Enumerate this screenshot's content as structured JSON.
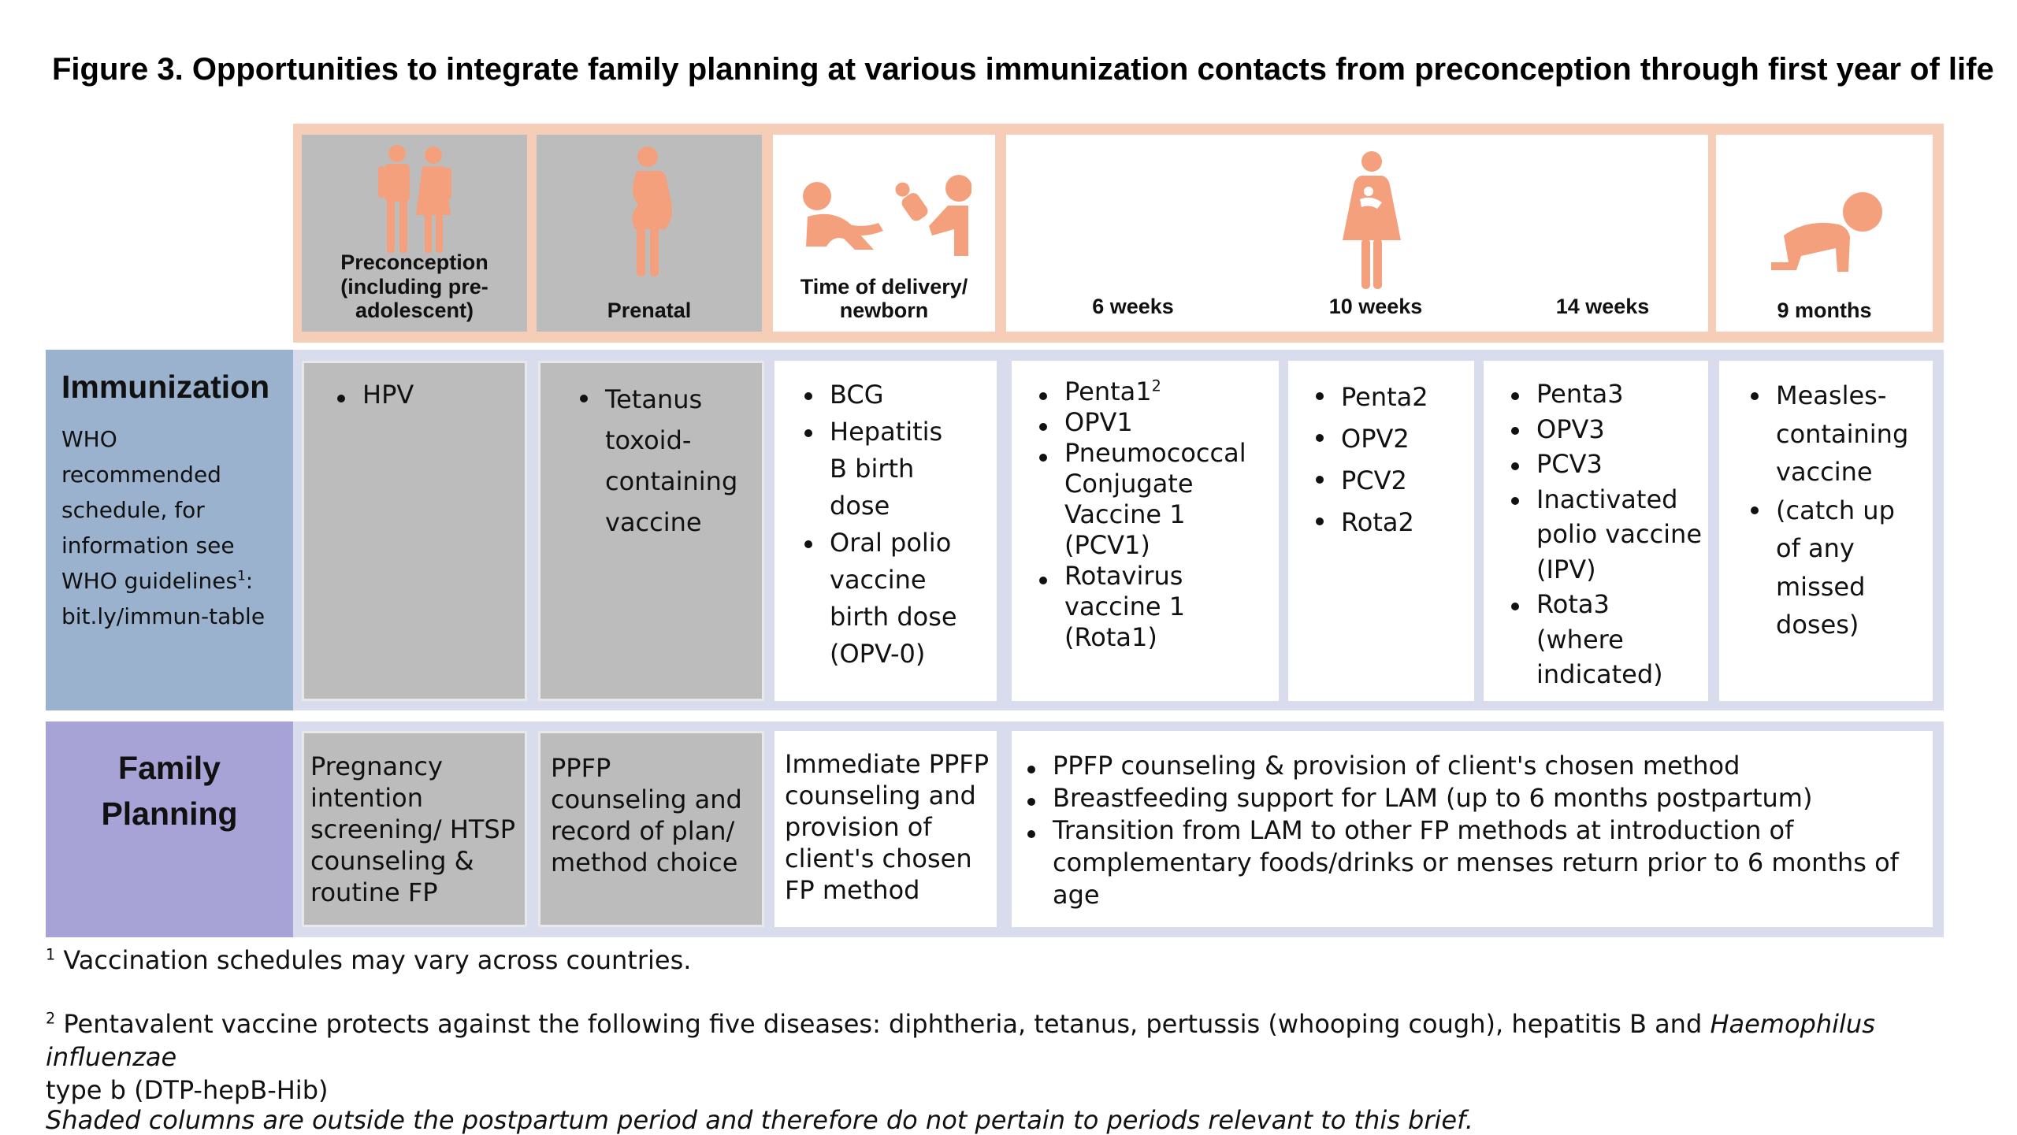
{
  "title": "Figure 3. Opportunities to integrate family planning at various immunization contacts from preconception through first year of life",
  "colors": {
    "header_band": "#f6cdb6",
    "shaded_cell": "#bdbcbc",
    "immunization_label": "#9bb2cf",
    "family_planning_label": "#a7a3d6",
    "row_band": "#d9dcec",
    "icon_salmon": "#f4a07c"
  },
  "header": {
    "preconception": "Preconception\n(including pre-\nadolescent)",
    "prenatal": "Prenatal",
    "delivery": "Time of delivery/\nnewborn",
    "w6": "6 weeks",
    "w10": "10 weeks",
    "w14": "14 weeks",
    "m9": "9 months",
    "icons": [
      "couple-icon",
      "pregnant-woman-icon",
      "mother-newborn-icon",
      "woman-infant-icon",
      "crawling-baby-icon"
    ]
  },
  "immunization": {
    "title": "Immunization",
    "subtitle_main": "WHO recommended\nschedule, for\ninformation see\nWHO guidelines",
    "subtitle_sup": "1",
    "subtitle_colon": ":",
    "subtitle_link": "bit.ly/immun-table",
    "preconception": [
      "HPV"
    ],
    "prenatal": [
      "Tetanus toxoid-containing vaccine"
    ],
    "delivery": [
      "BCG",
      "Hepatitis B birth dose",
      "Oral polio vaccine birth dose (OPV-0)"
    ],
    "w6_first": "Penta1",
    "w6_first_sup": "2",
    "w6_rest": [
      "OPV1",
      "Pneumococcal Conjugate Vaccine 1 (PCV1)",
      "Rotavirus vaccine 1 (Rota1)"
    ],
    "w10": [
      "Penta2",
      "OPV2",
      "PCV2",
      "Rota2"
    ],
    "w14": [
      "Penta3",
      "OPV3",
      "PCV3",
      "Inactivated polio vaccine (IPV)",
      "Rota3 (where indicated)"
    ],
    "m9": [
      "Measles-containing vaccine",
      "(catch up of any missed doses)"
    ]
  },
  "family_planning": {
    "title": "Family\nPlanning",
    "preconception": "Pregnancy\nintention\nscreening/ HTSP\ncounseling &\nroutine FP",
    "prenatal": "PPFP\ncounseling and\nrecord of plan/\nmethod choice",
    "delivery": "Immediate PPFP\ncounseling and\nprovision of\nclient's chosen\nFP method",
    "postpartum": [
      "PPFP counseling & provision of client's chosen method",
      "Breastfeeding support for LAM (up to 6 months postpartum)",
      "Transition from LAM to other FP methods at introduction of complementary foods/drinks or menses return prior to 6 months of age"
    ]
  },
  "footnotes": {
    "fn1_sup": "1",
    "fn1": " Vaccination schedules may vary across countries.",
    "fn2_sup": "2",
    "fn2_pre": " Pentavalent vaccine protects against the following five diseases: diphtheria, tetanus, pertussis (whooping cough), hepatitis B and ",
    "fn2_ital": "Haemophilus influenzae",
    "fn2_post": "type b (DTP-hepB-Hib)",
    "shaded_note": "Shaded columns are outside the postpartum period and therefore do not pertain to periods relevant to this brief."
  }
}
